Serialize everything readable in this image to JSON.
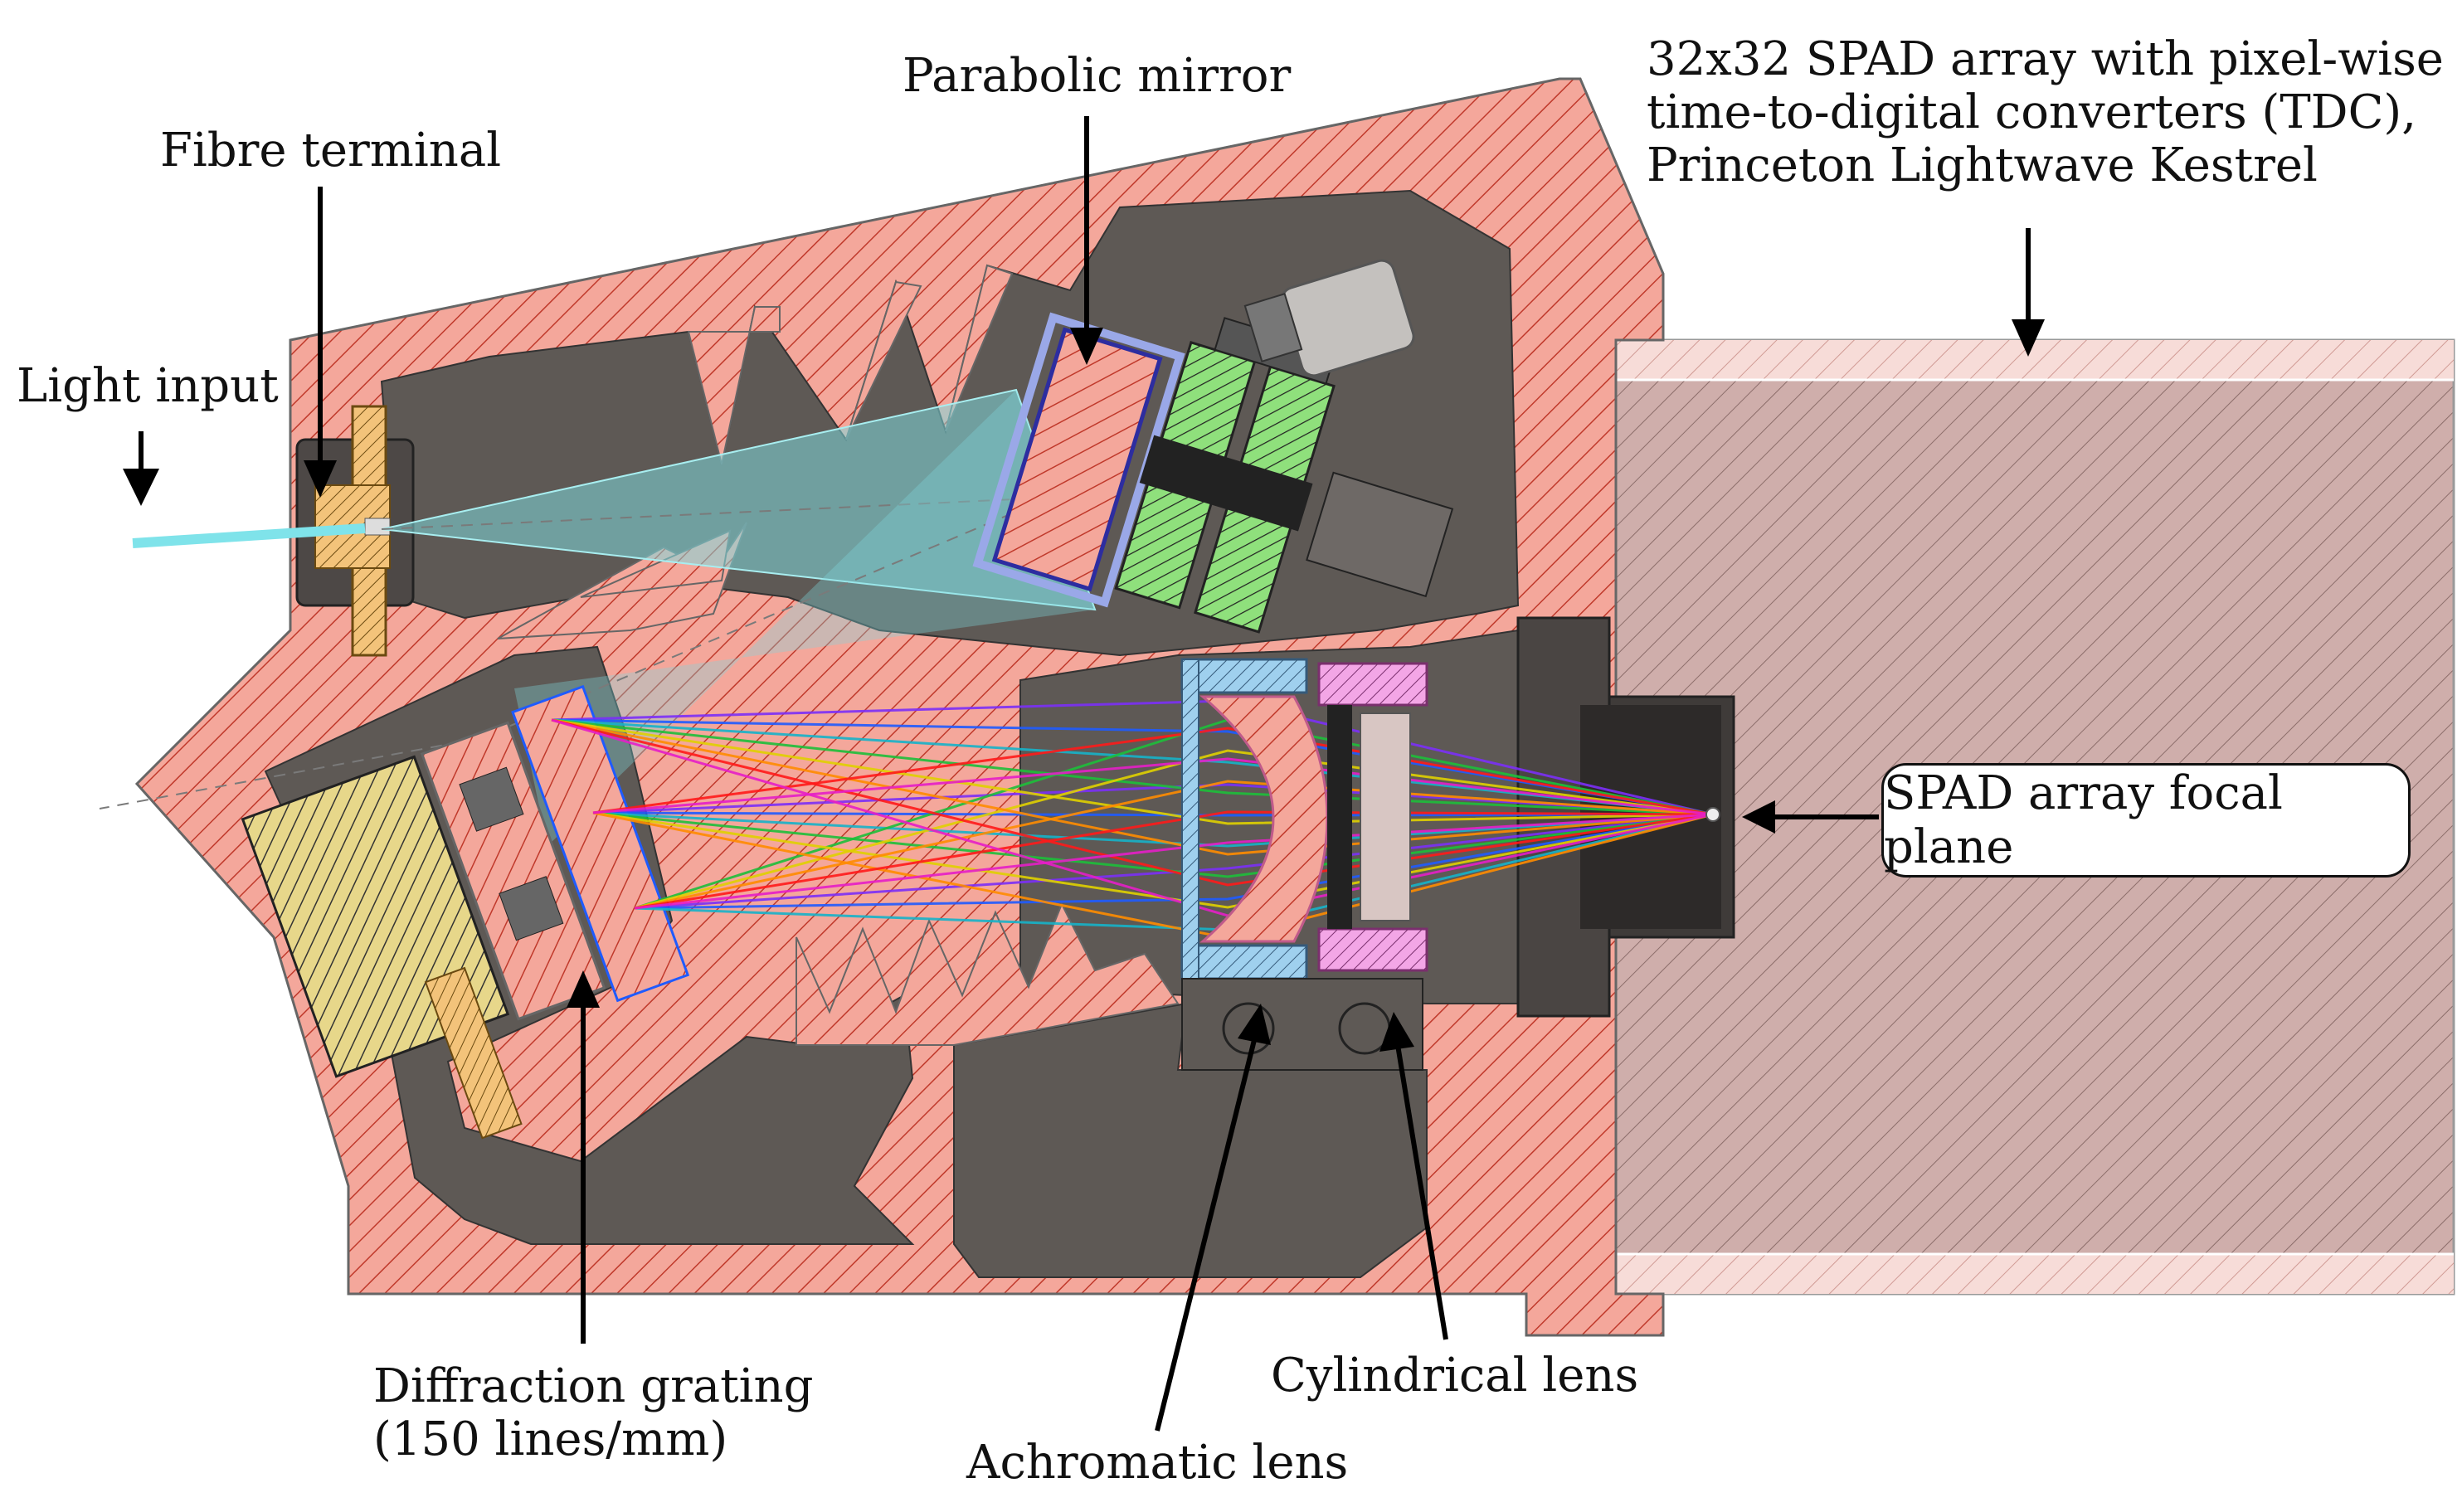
{
  "labels": {
    "fibre_terminal": "Fibre terminal",
    "parabolic_mirror": "Parabolic mirror",
    "light_input": "Light input",
    "spad_array_line1": "32x32 SPAD array with pixel-wise",
    "spad_array_line2": "time-to-digital converters (TDC),",
    "spad_array_line3": "Princeton Lightwave Kestrel",
    "spad_focal_plane": "SPAD array focal plane",
    "diffraction_grating_line1": "Diffraction grating",
    "diffraction_grating_line2": "(150 lines/mm)",
    "cylindrical_lens": "Cylindrical lens",
    "achromatic_lens": "Achromatic lens"
  },
  "colors": {
    "housing_fill": "#f4a79b",
    "housing_hatch": "#c0392b",
    "cavity": "#5e5955",
    "camera_body": "#cfaeab",
    "camera_hatch": "#8c6d6a",
    "fibre_part": "#f3c37a",
    "mirror_mount": "#7fd36f",
    "mirror_frame": "#9aa8e8",
    "grating_mount": "#e7d78a",
    "achromat": "#9fd0ee",
    "cyl_lens": "#f3a6e6",
    "beam": "#7fd8dc"
  },
  "rays": [
    "#7b2ff7",
    "#1f5bff",
    "#16b3c9",
    "#1dbf3a",
    "#e0d000",
    "#ff8c00",
    "#ff1a1a",
    "#e61ec8"
  ]
}
